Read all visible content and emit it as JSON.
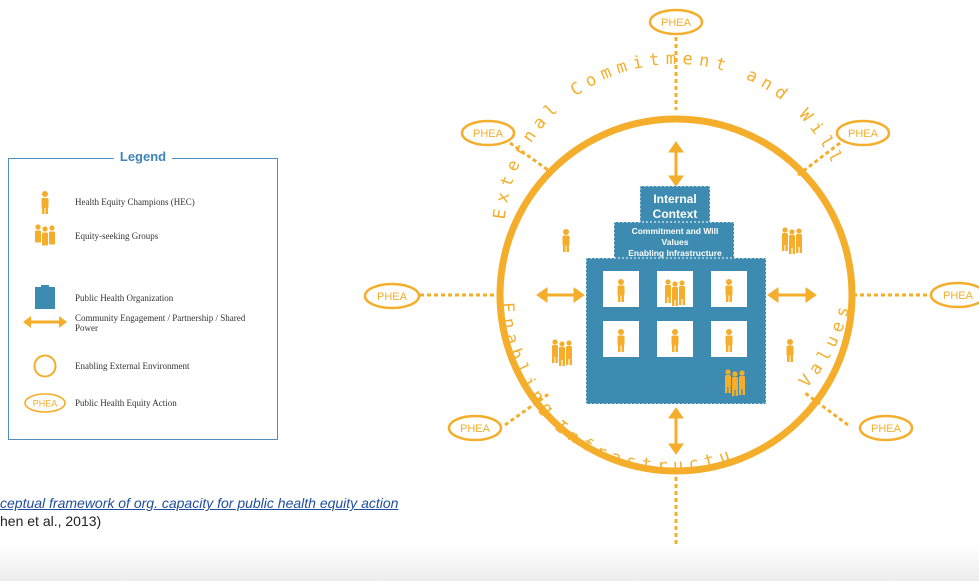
{
  "colors": {
    "accent": "#f4ae2b",
    "org_blue": "#3d8bb0",
    "legend_border": "#4f8fbf"
  },
  "legend": {
    "title": "Legend",
    "items": [
      {
        "icon": "person-icon",
        "label": "Health Equity Champions (HEC)"
      },
      {
        "icon": "group-icon",
        "label": "Equity-seeking Groups"
      },
      {
        "icon": "building-icon",
        "label": "Public Health Organization"
      },
      {
        "icon": "double-arrow-icon",
        "label": "Community Engagement / Partnership / Shared Power"
      },
      {
        "icon": "circle-icon",
        "label": "Enabling External Environment"
      },
      {
        "icon": "phea-oval-icon",
        "label": "Public Health Equity Action"
      }
    ]
  },
  "diagram": {
    "phea_label": "PHEA",
    "ring_text_top": "External Commitment and Will",
    "ring_text_left": "Enabling",
    "ring_text_bottom": "Infrastructure",
    "ring_text_right": "Values",
    "internal_title": "Internal Context",
    "internal_lines": [
      "Commitment and Will",
      "Values",
      "Enabling Infrastructure"
    ]
  },
  "caption": {
    "line1": "ceptual framework of org. capacity for public health equity action",
    "line2": "hen et al., 2013)"
  }
}
